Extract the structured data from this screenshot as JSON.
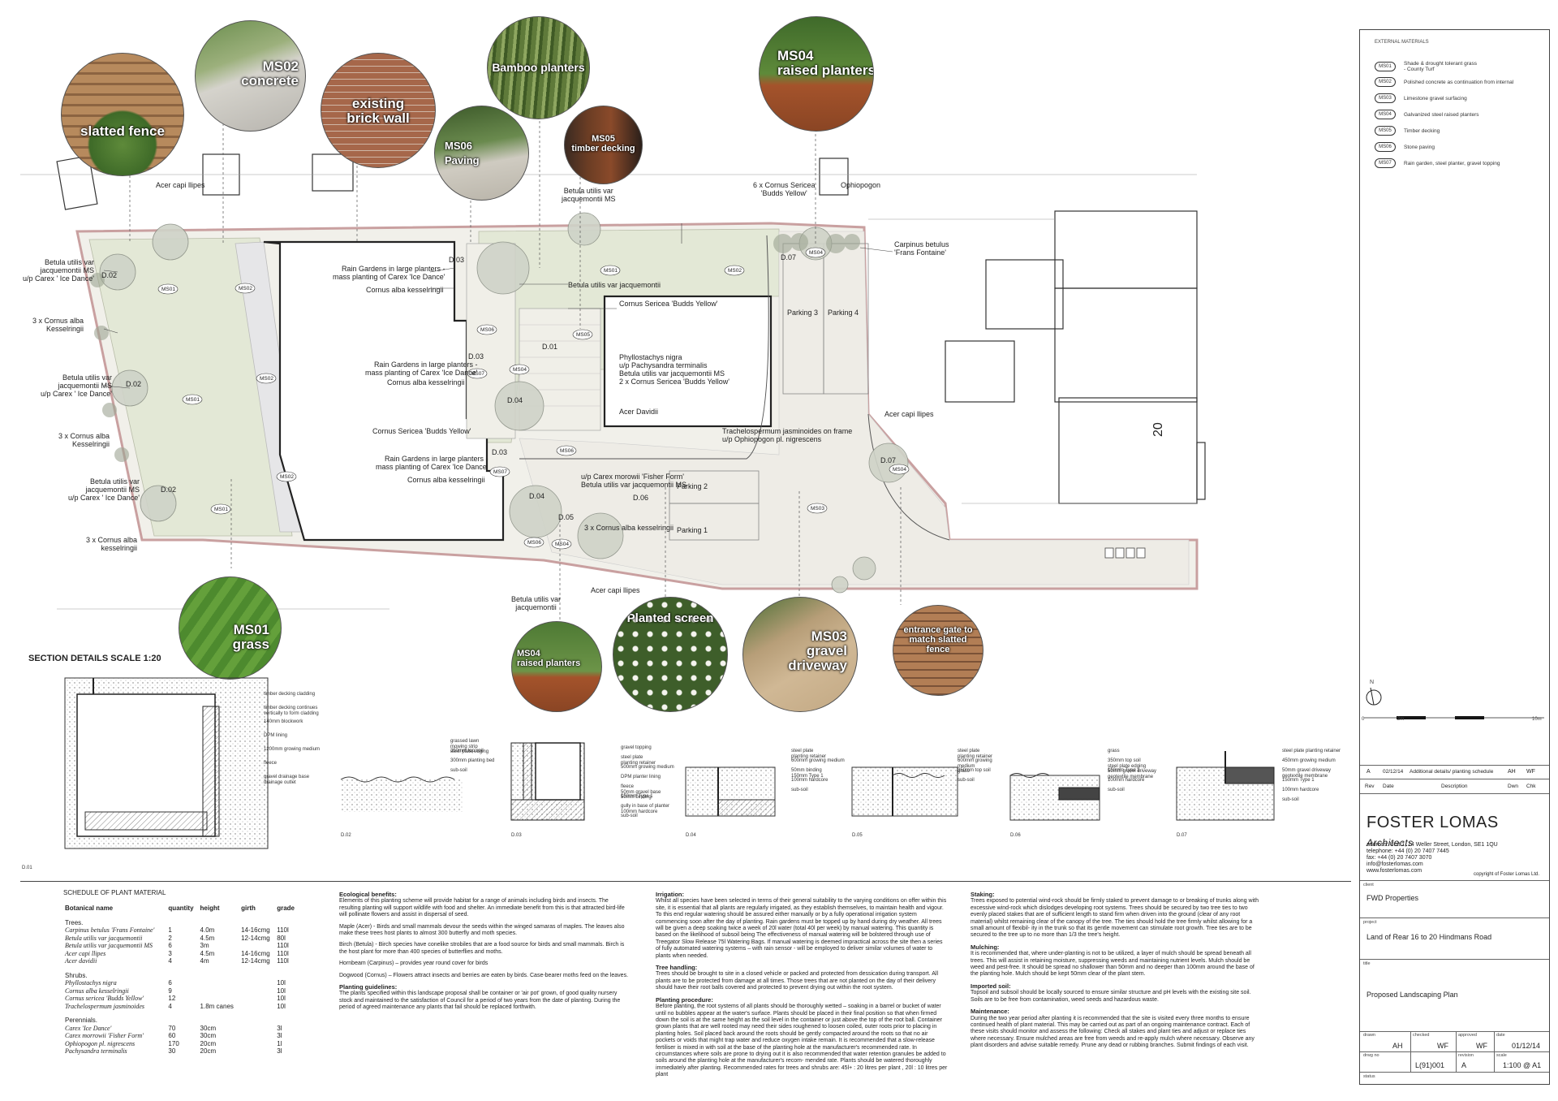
{
  "circles": {
    "slatted_fence": "slatted fence",
    "ms02_concrete": "MS02\nconcrete",
    "existing_brick": "existing\nbrick wall",
    "ms06_paving": "MS06\nPaving",
    "bamboo": "Bamboo planters",
    "ms05_timber": "MS05\ntimber decking",
    "ms04_raised": "MS04\nraised planters",
    "ms01_grass": "MS01\ngrass",
    "ms04_raised_2": "MS04\nraised planters",
    "planted_screen": "Planted screen",
    "ms03_gravel": "MS03\ngravel\ndriveway",
    "entrance_gate": "entrance gate to\nmatch slatted\nfence"
  },
  "annotations": {
    "acer_top": "Acer capi llipes",
    "betula_top": "Betula utilis var\njacquemontii MS",
    "cornus_top": "6 x Cornus Sericea\n'Budds Yellow'",
    "ophiopogon": "Ophiopogon",
    "carpinus": "Carpinus betulus\n'Frans Fontaine'",
    "betula_l1": "Betula utilis var\njacquemontii MS\nu/p Carex ' Ice Dance'",
    "cornus_l1": "3 x Cornus alba\nKesselringii",
    "betula_l2": "Betula utilis var\njacquemontii MS\nu/p Carex ' Ice Dance'",
    "cornus_l2": "3 x Cornus alba\nKesselringii",
    "betula_l3": "Betula utilis var\njacquemontii MS\nu/p Carex ' Ice Dance'",
    "cornus_l3": "3 x Cornus alba\nkesselringii",
    "rain1": "Rain Gardens in large planters -\nmass planting of Carex 'Ice Dance'",
    "cornus_k1": "Cornus alba kesselringii",
    "betula_mid": "Betula utilis var jacquemontii",
    "cornus_bud": "Cornus Sericea 'Budds Yellow'",
    "rain2": "Rain Gardens in large planters -\nmass planting of Carex 'Ice Dance'",
    "cornus_k2": "Cornus alba kesselringii",
    "phyllo": "Phyllostachys nigra\nu/p Pachysandra terminalis\nBetula utilis var jacquemontii MS\n2 x Cornus Sericea 'Budds Yellow'",
    "acer_dav": "Acer Davidii",
    "cornus_bud2": "Cornus Sericea 'Budds Yellow'",
    "trachel": "Trachelospermum jasminoides on frame\nu/p Ophiopogon pl. nigrescens",
    "rain3": "Rain Gardens in large planters -\nmass planting of Carex 'Ice Dance'",
    "cornus_k3": "Cornus alba kesselringii",
    "carex_fisher": "u/p Carex morowii 'Fisher Form'\nBetula utilis var jacquemontii MS",
    "cornus_k4": "3 x Cornus alba kesselringii",
    "acer_right": "Acer capi llipes",
    "acer_bottom": "Acer capi llipes",
    "betula_bottom": "Betula utilis var\njacquemontii",
    "parking1": "Parking 1",
    "parking2": "Parking 2",
    "parking3": "Parking 3",
    "parking4": "Parking 4",
    "house_no": "20"
  },
  "section_title": "SECTION DETAILS SCALE 1:20",
  "section_labels": {
    "d01": [
      "timber decking cladding",
      "timber decking continues\nvertically to form cladding",
      "140mm blockwork",
      "DPM lining",
      "1200mm growing medium",
      "fleece",
      "gravel drainage base\ndrainage outlet"
    ],
    "d02": [
      "grassed lawn\nmowing strip\nsteel plate edging",
      "350mm top soil",
      "300mm planting bed",
      "sub-soil"
    ],
    "d03": [
      "gravel topping",
      "steel plate\nplanting retainer",
      "500mm growing medium",
      "DPM planter lining",
      "fleece\n50mm gravel base\n50mm binding",
      "150mm Type 1",
      "gully in base of planter\n100mm hardcore",
      "sub-soil"
    ],
    "d04": [
      "steel plate\nplanting retainer",
      "600mm growing medium",
      "50mm binding\n150mm Type 1",
      "100mm hardcore",
      "sub-soil"
    ],
    "d05": [
      "steel plate\nplanting retainer",
      "600mm growing\nmedium\ngrass",
      "350mm top soil",
      "sub-soil"
    ],
    "d06": [
      "grass",
      "350mm top soil\nsteel plate edging\n50mm gravel driveway\ngeotextile membrane",
      "150mm Type 1",
      "100mm hardcore",
      "sub-soil"
    ],
    "d07": [
      "steel plate planting retainer",
      "450mm growing medium",
      "50mm gravel driveway\ngeotextile membrane",
      "150mm Type 1",
      "100mm hardcore",
      "sub-soil"
    ]
  },
  "section_ids": [
    "D.01",
    "D.02",
    "D.03",
    "D.04",
    "D.05",
    "D.06",
    "D.07"
  ],
  "schedule": {
    "title": "SCHEDULE OF PLANT MATERIAL",
    "headers": [
      "Botanical name",
      "quantity",
      "height",
      "girth",
      "grade"
    ],
    "groups": [
      {
        "name": "Trees.",
        "rows": [
          [
            "Carpinus betulus 'Frans Fontaine'",
            "1",
            "4.0m",
            "14-16cmg",
            "110l"
          ],
          [
            "Betula utilis var jacquemontii",
            "2",
            "4.5m",
            "12-14cmg",
            "80l"
          ],
          [
            "Betula utilis var jacquemontii MS",
            "6",
            "3m",
            "",
            "110l"
          ],
          [
            "Acer capi llipes",
            "3",
            "4.5m",
            "14-16cmg",
            "110l"
          ],
          [
            "Acer davidii",
            "4",
            "4m",
            "12-14cmg",
            "110l"
          ]
        ]
      },
      {
        "name": "Shrubs.",
        "rows": [
          [
            "Phyllostachys nigra",
            "6",
            "",
            "",
            "10l"
          ],
          [
            "Cornus alba kesselringii",
            "9",
            "",
            "",
            "10l"
          ],
          [
            "Cornus sericea 'Budds Yellow'",
            "12",
            "",
            "",
            "10l"
          ],
          [
            "Trachelospermum jasminoides",
            "4",
            "1.8m canes",
            "",
            "10l"
          ]
        ]
      },
      {
        "name": "Perennials.",
        "rows": [
          [
            "Carex 'Ice Dance'",
            "70",
            "30cm",
            "",
            "3l"
          ],
          [
            "Carex morrowii 'Fisher Form'",
            "60",
            "30cm",
            "",
            "3l"
          ],
          [
            "Ophiopogon pl. nigrescens",
            "170",
            "20cm",
            "",
            "1l"
          ],
          [
            "Pachysandra terminalis",
            "30",
            "20cm",
            "",
            "3l"
          ]
        ]
      }
    ]
  },
  "notes": {
    "col1": [
      {
        "h": "Ecological benefits:",
        "t": "Elements of this planting scheme will provide habitat for a range of animals including birds and insects. The resulting planting will support wildlife with food and shelter. An immediate benefit from this is that attracted bird-life will pollinate flowers and assist in dispersal of seed."
      },
      {
        "h": "",
        "t": "Maple (Acer) - Birds and small mammals devour the seeds within the winged samaras of maples. The leaves also make these trees host plants to almost 300 butterfly and moth species."
      },
      {
        "h": "",
        "t": "Birch (Betula) - Birch species have conelike strobiles that are a food source for birds and small mammals. Birch is the host plant for more than 400 species of butterflies and moths."
      },
      {
        "h": "",
        "t": "Hornbeam (Carpinus) – provides year round cover for birds"
      },
      {
        "h": "",
        "t": "Dogwood (Cornus) – Flowers attract insects and berries are eaten by birds. Case-bearer moths feed on the leaves."
      },
      {
        "h": "Planting guidelines:",
        "t": "The plants specified within this landscape proposal shall be container or 'air pot' grown, of good quality nursery stock and maintained to the satisfaction of Council for a period of two years from the date of planting. During the period of agreed maintenance any plants that fail should be replaced forthwith."
      }
    ],
    "col2": [
      {
        "h": "Irrigation:",
        "t": "Whilst all species have been selected in terms of their general suitability to the varying conditions on offer within this site, it is essential that all plants are regularly irrigated, as they establish themselves, to maintain health and vigour. To this end regular watering should be assured either manually or by a fully operational irrigation system commencing soon after the day of planting. Rain gardens must be topped up by hand during dry weather. All trees will be given a deep soaking twice a week of 20l water (total 40l per week) by manual watering. This quantity is based on the likelihood of subsoil being The effectiveness of manual watering will be bolstered through use of Treegator Slow Release 75l Watering Bags. If manual watering is deemed impractical across the site then a series of fully automated watering systems – with rain sensor - will be employed to deliver similar volumes of water to plants when needed."
      },
      {
        "h": "Tree handling:",
        "t": "Trees should be brought to site in a closed vehicle or packed and protected from dessication during transport. All plants are to be protected from damage at all times. Those trees that are not planted on the day of their delivery should have their root balls covered and protected to prevent drying out within the root system."
      },
      {
        "h": "Planting procedure:",
        "t": "Before planting, the root systems of all plants should be thoroughly wetted – soaking in a barrel or bucket of water until no bubbles appear at the water's surface. Plants should be placed in their final position so that when firmed down the soil is at the same height as the soil level in the container or just above the top of the root ball. Container grown plants that are well rooted may need their sides roughened to loosen coiled, outer roots prior to placing in planting holes. Soil placed back around the roots should be gently compacted around the roots so that no air pockets or voids that might trap water and reduce oxygen intake remain. It is recommended that a slow-release fertiliser is mixed in with soil at the base of the planting hole at the manufacturer's recommended rate. In circumstances where soils are prone to drying out it is also recommended that water retention granules be added to soils around the planting hole at the manufacturer's recom- mended rate. Plants should be watered thoroughly immediately after planting. Recommended rates for trees and shrubs are: 45l+ : 20 litres per plant , 20l : 10 litres per plant"
      }
    ],
    "col3": [
      {
        "h": "Staking:",
        "t": "Trees exposed to potential wind-rock should be firmly staked to prevent damage to or breaking of trunks along with excessive wind-rock which dislodges developing root systems. Trees should be secured by two tree ties to two evenly placed stakes that are of sufficient length to stand firm when driven into the ground (clear of any root material) whilst remaining clear of the canopy of the tree. The ties should hold the tree firmly whilst allowing for a small amount of flexibil- ity in the trunk so that its gentle movement can stimulate root growth. Tree ties are to be secured to the tree up to no more than 1/3 the tree's height."
      },
      {
        "h": "Mulching:",
        "t": "It is recommended that, where under-planting is not to be utilized, a layer of mulch should be spread beneath all trees. This will assist in retaining moisture, suppressing weeds and maintaining nutrient levels. Mulch should be weed and pest-free. It should be spread no shallower than 50mm and no deeper than 100mm around the base of the planting hole. Mulch should be kept 50mm clear of the plant stem."
      },
      {
        "h": "Imported soil:",
        "t": "Topsoil and subsoil should be locally sourced to ensure similar structure and pH levels with the existing site soil. Soils are to be free from contamination, weed seeds and hazardous waste."
      },
      {
        "h": "Maintenance:",
        "t": "During the two year period after planting it is recommended that the site is visited every three months to ensure continued health of plant material. This may be carried out as part of an ongoing maintenance contract. Each of these visits should monitor and assess the following: Check all stakes and plant ties and adjust or replace ties where necessary. Ensure mulched areas are free from weeds and re-apply mulch where necessary. Observe any plant disorders and advise suitable remedy. Prune any dead or rubbing branches. Submit findings of each visit."
      }
    ]
  },
  "title_block": {
    "materials_title": "EXTERNAL MATERIALS",
    "materials": [
      [
        "MS01",
        "Shade & drought tolerant grass\n- County Turf"
      ],
      [
        "MS02",
        "Polished concrete as continuation from internal"
      ],
      [
        "MS03",
        "Limestone gravel surfacing"
      ],
      [
        "MS04",
        "Galvanized steel raised planters"
      ],
      [
        "MS05",
        "Timber decking"
      ],
      [
        "MS06",
        "Stone paving"
      ],
      [
        "MS07",
        "Rain garden, steel planter, gravel topping"
      ]
    ],
    "north": "N",
    "scale_0": "0",
    "scale_2": "2m",
    "scale_10": "10m",
    "rev": {
      "rev": "A",
      "date": "02/12/14",
      "desc": "Additional details/ planting schedule",
      "dwn": "AH",
      "chk": "WF"
    },
    "rev_headers": [
      "Rev",
      "Date",
      "Description",
      "Dwn",
      "Chk"
    ],
    "firm": "FOSTER LOMAS",
    "firm_suffix": "Architects",
    "address_lines": [
      [
        "address:",
        "Unit 1, 14 Weller Street, London, SE1 1QU"
      ],
      [
        "telephone:",
        "+44 (0) 20 7407 7445"
      ],
      [
        "fax:",
        "+44 (0) 20 7407 3070"
      ]
    ],
    "email": "info@fosterlomas.com",
    "web": "www.fosterlomas.com",
    "copyright": "copyright of Foster Lomas Ltd.",
    "client_label": "client",
    "client": "FWD Properties",
    "project_label": "project",
    "project": "Land of Rear 16 to 20 Hindmans Road",
    "title_label": "title",
    "title": "Proposed Landscaping Plan",
    "drawn_label": "drawn",
    "drawn": "AH",
    "checked_label": "checked",
    "checked": "WF",
    "approved_label": "approved",
    "approved": "WF",
    "date_label": "date",
    "date": "01/12/14",
    "dwg_label": "drwg no",
    "dwg": "L(91)001",
    "revision_label": "revision",
    "revision": "A",
    "scale_label": "scale",
    "scale": "1:100 @ A1",
    "status_label": "status"
  },
  "colors": {
    "lawn": "#e3e8d6",
    "concrete": "#e6e6e8",
    "gravel": "#eeece6",
    "boundary": "#c9a0a0",
    "tree": "#8a8f85"
  }
}
